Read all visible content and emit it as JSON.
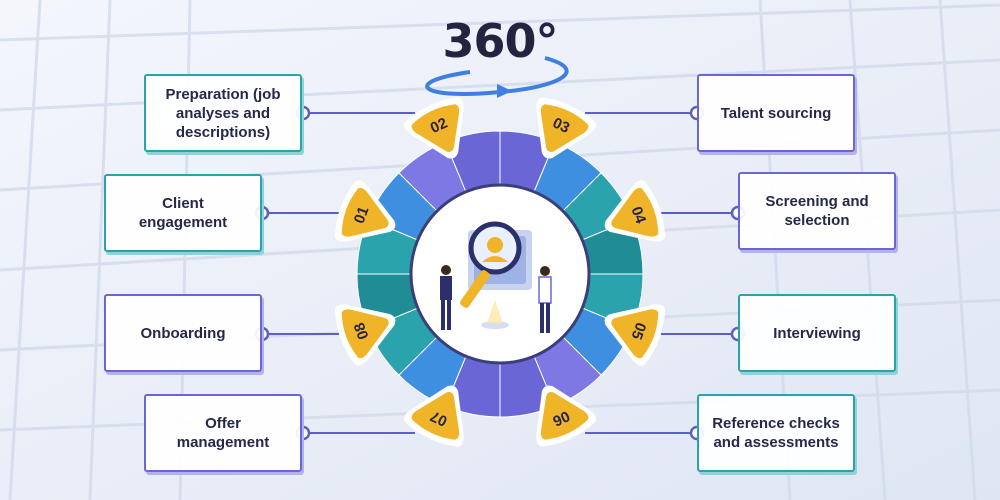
{
  "title": "360°",
  "colors": {
    "teal": "#2aa3ad",
    "teal_dark": "#1f8c96",
    "blue": "#3f8fe0",
    "purple": "#6b66d6",
    "purple_light": "#7d78e4",
    "badge_yellow": "#f0b429",
    "dark_text": "#26284a"
  },
  "steps": [
    {
      "number": "01",
      "label": "Client\nengagement",
      "icon": "triangle-badge"
    },
    {
      "number": "02",
      "label": "Preparation (job\nanalyses and\ndescriptions)",
      "icon": "triangle-badge"
    },
    {
      "number": "03",
      "label": "Talent sourcing",
      "icon": "triangle-badge"
    },
    {
      "number": "04",
      "label": "Screening and\nselection",
      "icon": "triangle-badge"
    },
    {
      "number": "05",
      "label": "Interviewing",
      "icon": "triangle-badge"
    },
    {
      "number": "06",
      "label": "Reference checks\nand assessments",
      "icon": "triangle-badge"
    },
    {
      "number": "07",
      "label": "Offer\nmanagement",
      "icon": "triangle-badge"
    },
    {
      "number": "08",
      "label": "Onboarding",
      "icon": "triangle-badge"
    }
  ],
  "center_illustration": "recruiter-magnifying-candidate-profile"
}
